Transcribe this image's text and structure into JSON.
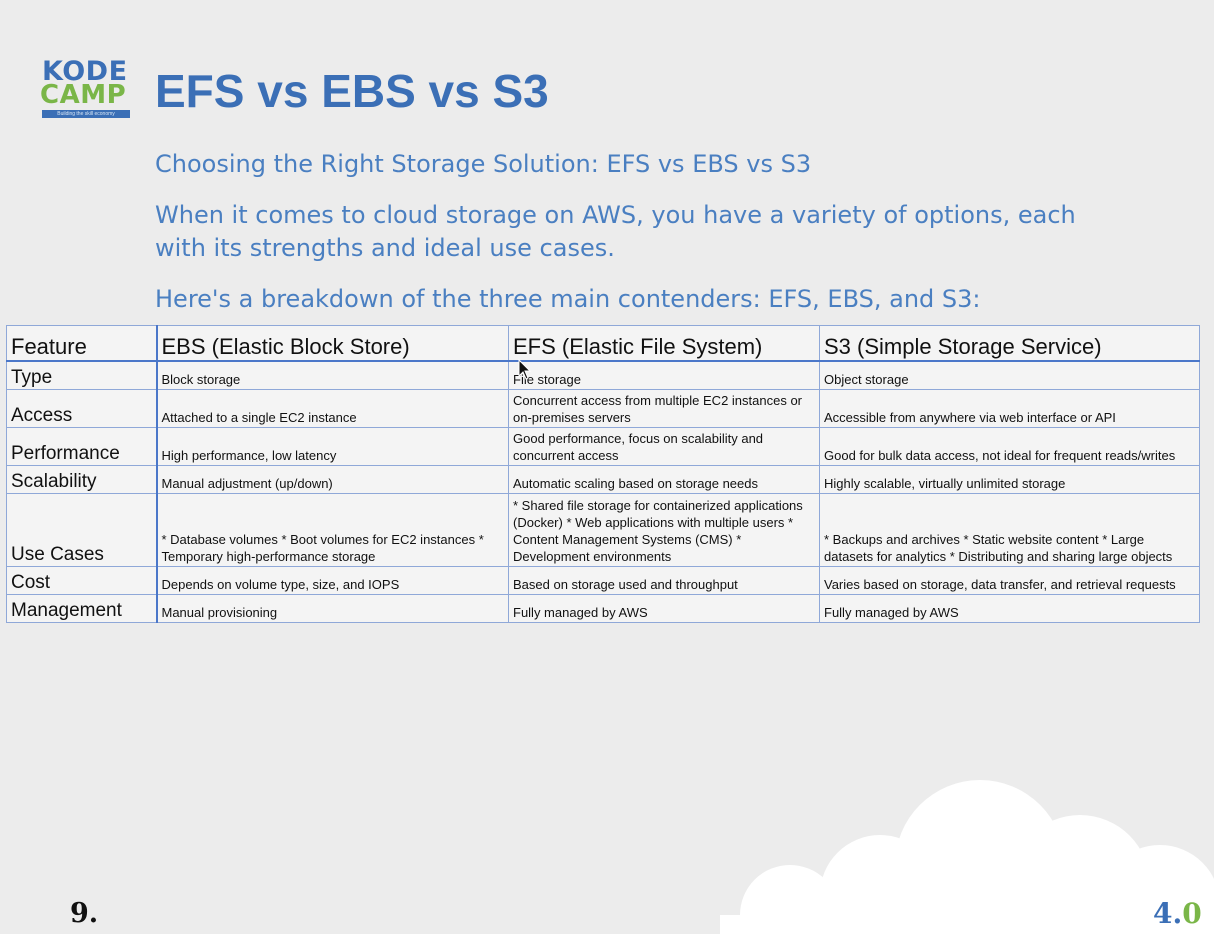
{
  "slide": {
    "logo": {
      "line1": "KODE",
      "line2": "CAMP",
      "tagline": "Building the skill economy"
    },
    "title": "EFS vs EBS vs S3",
    "subtitle": "Choosing the Right Storage Solution: EFS vs EBS vs S3",
    "intro": "When it comes to cloud storage on AWS, you have a variety of options, each with its strengths and ideal use cases.",
    "breakdown": "Here's a breakdown of the three main contenders: EFS, EBS, and S3:",
    "page_number": "9.",
    "version_left": "4.",
    "version_right": "0"
  },
  "table": {
    "headers": [
      "Feature",
      "EBS (Elastic Block Store)",
      "EFS (Elastic File System)",
      "S3 (Simple Storage Service)"
    ],
    "rows": [
      [
        "Type",
        "Block storage",
        "File storage",
        "Object storage"
      ],
      [
        "Access",
        "Attached to a single EC2 instance",
        "Concurrent access from multiple EC2 instances or on-premises servers",
        "Accessible from anywhere via web interface or API"
      ],
      [
        "Performance",
        "High performance, low latency",
        "Good performance, focus on scalability and concurrent access",
        "Good for bulk data access, not ideal for frequent reads/writes"
      ],
      [
        "Scalability",
        "Manual adjustment (up/down)",
        "Automatic scaling based on storage needs",
        "Highly scalable, virtually unlimited storage"
      ],
      [
        "Use Cases",
        "* Database volumes  * Boot volumes for EC2 instances  * Temporary high-performance storage",
        "* Shared file storage for containerized applications (Docker) * Web applications with multiple users * Content Management Systems (CMS) * Development environments",
        "* Backups and archives * Static website content * Large datasets for analytics * Distributing and sharing large objects"
      ],
      [
        "Cost",
        "Depends on volume type, size, and IOPS",
        "Based on storage used and throughput",
        "Varies based on storage, data transfer, and retrieval requests"
      ],
      [
        "Management",
        "Manual provisioning",
        "Fully managed by AWS",
        "Fully managed by AWS"
      ]
    ]
  },
  "colors": {
    "brand_blue": "#3b6fb6",
    "brand_green": "#7ab648",
    "text_blue": "#4a7fc1",
    "grid_line": "#8fa8d8"
  }
}
